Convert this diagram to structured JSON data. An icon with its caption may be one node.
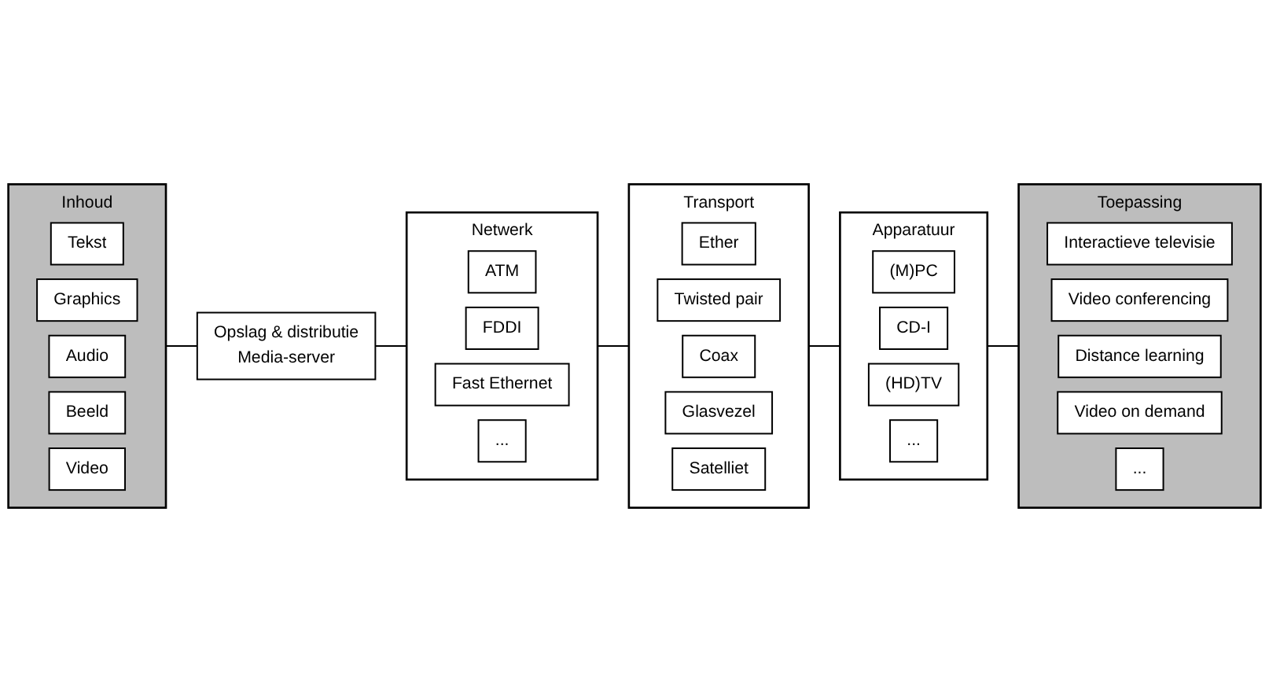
{
  "diagram": {
    "nodes": [
      {
        "text": [
          "Inhoud"
        ]
      },
      {
        "text": [
          "Tekst"
        ],
        "in": 0
      },
      {
        "text": [
          "Graphics"
        ],
        "in": 0
      },
      {
        "text": [
          "Audio"
        ],
        "in": 0
      },
      {
        "text": [
          "Beeld"
        ],
        "in": 0
      },
      {
        "text": [
          "Video"
        ],
        "in": 0
      },
      {
        "text": [
          "Opslag & distributie",
          "Media-server"
        ]
      },
      {
        "text": [
          "Netwerk"
        ]
      },
      {
        "text": [
          "ATM"
        ],
        "in": 7
      },
      {
        "text": [
          "FDDI"
        ],
        "in": 7
      },
      {
        "text": [
          "Fast Ethernet"
        ],
        "in": 7
      },
      {
        "text": [
          "..."
        ],
        "in": 7
      },
      {
        "text": [
          "Transport"
        ]
      },
      {
        "text": [
          "Ether"
        ],
        "in": 12
      },
      {
        "text": [
          "Twisted pair"
        ],
        "in": 12
      },
      {
        "text": [
          "Coax"
        ],
        "in": 12
      },
      {
        "text": [
          "Glasvezel"
        ],
        "in": 12
      },
      {
        "text": [
          "Satelliet"
        ],
        "in": 12
      },
      {
        "text": [
          "Apparatuur"
        ]
      },
      {
        "text": [
          "(M)PC"
        ],
        "in": 18
      },
      {
        "text": [
          "CD-I"
        ],
        "in": 18
      },
      {
        "text": [
          "(HD)TV"
        ],
        "in": 18
      },
      {
        "text": [
          "..."
        ],
        "in": 18
      },
      {
        "text": [
          "Toepassing"
        ]
      },
      {
        "text": [
          "Interactieve televisie"
        ],
        "in": 23
      },
      {
        "text": [
          "Video conferencing"
        ],
        "in": 23
      },
      {
        "text": [
          "Distance learning"
        ],
        "in": 23
      },
      {
        "text": [
          "Video on demand"
        ],
        "in": 23
      },
      {
        "text": [
          "..."
        ],
        "in": 23
      }
    ],
    "edges": [
      {
        "from": 0,
        "to": 6,
        "arrow": "none"
      },
      {
        "from": 6,
        "to": 7,
        "arrow": "none"
      },
      {
        "from": 7,
        "to": 12,
        "arrow": "none"
      },
      {
        "from": 12,
        "to": 18,
        "arrow": "none"
      },
      {
        "from": 18,
        "to": 23,
        "arrow": "none"
      }
    ]
  }
}
